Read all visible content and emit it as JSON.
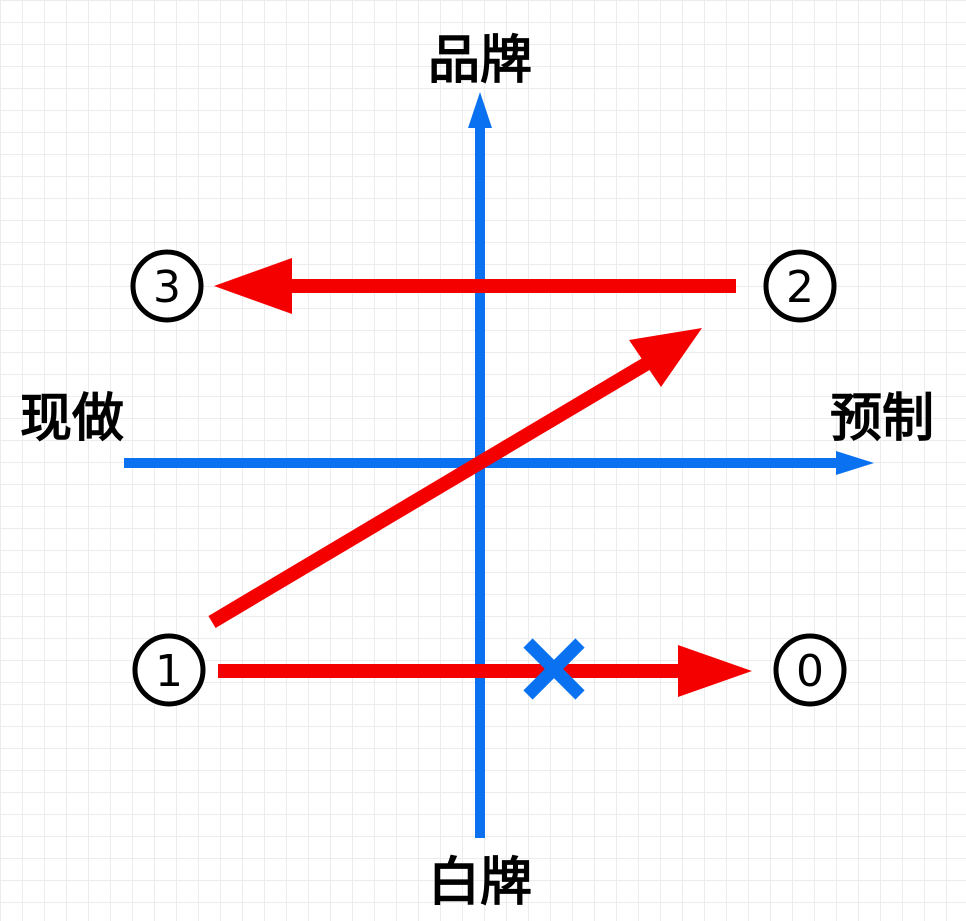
{
  "axes": {
    "top_label": "品牌",
    "bottom_label": "白牌",
    "left_label": "现做",
    "right_label": "预制",
    "color": "#0a72f0"
  },
  "nodes": [
    {
      "id": "node-0",
      "label": "0"
    },
    {
      "id": "node-1",
      "label": "1"
    },
    {
      "id": "node-2",
      "label": "2"
    },
    {
      "id": "node-3",
      "label": "3"
    }
  ],
  "arrows": {
    "color": "#f50000",
    "items": [
      {
        "from": "1",
        "to": "0",
        "blocked": true
      },
      {
        "from": "1",
        "to": "2",
        "blocked": false
      },
      {
        "from": "2",
        "to": "3",
        "blocked": false
      }
    ]
  },
  "blocked_mark": {
    "symbol": "cross",
    "color": "#0a72f0"
  }
}
